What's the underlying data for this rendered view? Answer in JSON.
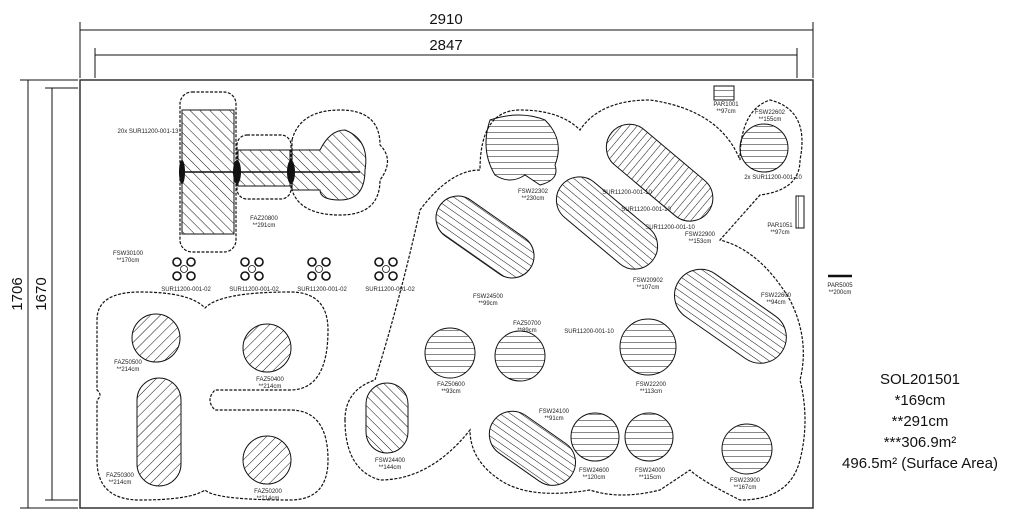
{
  "dimensions": {
    "outer_width": "2910",
    "inner_width": "2847",
    "outer_height": "1706",
    "inner_height": "1670"
  },
  "items": {
    "faz20800": [
      "FAZ20800",
      "**291cm"
    ],
    "sur13": [
      "20x SUR11200-001-13"
    ],
    "fsw30100": [
      "FSW30100",
      "**170cm"
    ],
    "sur02": [
      "SUR11200-001-02"
    ],
    "faz50500": [
      "FAZ50500",
      "**214cm"
    ],
    "faz50400": [
      "FAZ50400",
      "**214cm"
    ],
    "faz50300": [
      "FAZ50300",
      "**214cm"
    ],
    "faz50200": [
      "FAZ50200",
      "**214cm"
    ],
    "fsw24400": [
      "FSW24400",
      "**144cm"
    ],
    "fsw22302": [
      "FSW22302",
      "**230cm"
    ],
    "fsw24500": [
      "FSW24500",
      "**99cm"
    ],
    "sur10": [
      "SUR11200-001-10"
    ],
    "sur10b": [
      "SUR11200-001-10"
    ],
    "sur10c": [
      "SUR11200-001-10"
    ],
    "sur10d": [
      "SUR11200-001-10"
    ],
    "fsw22900": [
      "FSW22900",
      "**153cm"
    ],
    "fsw20902": [
      "FSW20902",
      "**107cm"
    ],
    "par1001": [
      "PAR1001",
      "**97cm"
    ],
    "fsw22602": [
      "FSW22602",
      "**155cm"
    ],
    "sur10x2": [
      "2x SUR11200-001-10"
    ],
    "par1051": [
      "PAR1051",
      "**97cm"
    ],
    "par5005": [
      "PAR5005",
      "**200cm"
    ],
    "fsw22600": [
      "FSW22600",
      "**94cm"
    ],
    "faz50700": [
      "FAZ50700",
      "**89cm"
    ],
    "faz50600": [
      "FAZ50600",
      "**93cm"
    ],
    "fsw22200": [
      "FSW22200",
      "**113cm"
    ],
    "fsw24100": [
      "FSW24100",
      "**91cm"
    ],
    "fsw24600": [
      "FSW24600",
      "**120cm"
    ],
    "fsw24000": [
      "FSW24000",
      "**115cm"
    ],
    "fsw23900": [
      "FSW23900",
      "**167cm"
    ]
  },
  "summary": {
    "code": "SOL201501",
    "line1": "*169cm",
    "line2": "**291cm",
    "line3": "***306.9m²",
    "line4": "496.5m² (Surface Area)"
  }
}
